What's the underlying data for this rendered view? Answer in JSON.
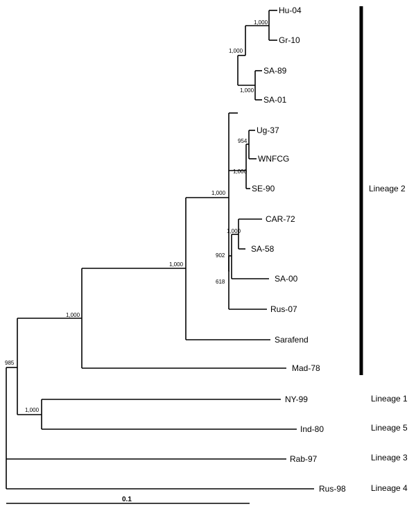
{
  "taxa": {
    "hu04": "Hu-04",
    "gr10": "Gr-10",
    "sa89": "SA-89",
    "sa01": "SA-01",
    "ug37": "Ug-37",
    "wnfcg": "WNFCG",
    "se90": "SE-90",
    "car72": "CAR-72",
    "sa58": "SA-58",
    "sa00": "SA-00",
    "rus07": "Rus-07",
    "sarafend": "Sarafend",
    "mad78": "Mad-78",
    "ny99": "NY-99",
    "ind80": "Ind-80",
    "rab97": "Rab-97",
    "rus98": "Rus-98"
  },
  "bootstrap": {
    "hu_gr": "1,000",
    "hu_gr_sa": "1,000",
    "sa89_sa01": "1,000",
    "ug_wnfcg": "954",
    "ug_se": "1,000",
    "lineage2_core": "1,000",
    "car_sa58": "1,000",
    "car_sa00": "902",
    "car_rus07": "618",
    "sarafend_node": "1,000",
    "mad_node": "1,000",
    "root_lineage2_1_5": "985",
    "ny_ind": "1,000"
  },
  "lineages": {
    "l2": "Lineage 2",
    "l1": "Lineage 1",
    "l5": "Lineage 5",
    "l3": "Lineage 3",
    "l4": "Lineage 4"
  },
  "scale": {
    "label": "0.1"
  }
}
